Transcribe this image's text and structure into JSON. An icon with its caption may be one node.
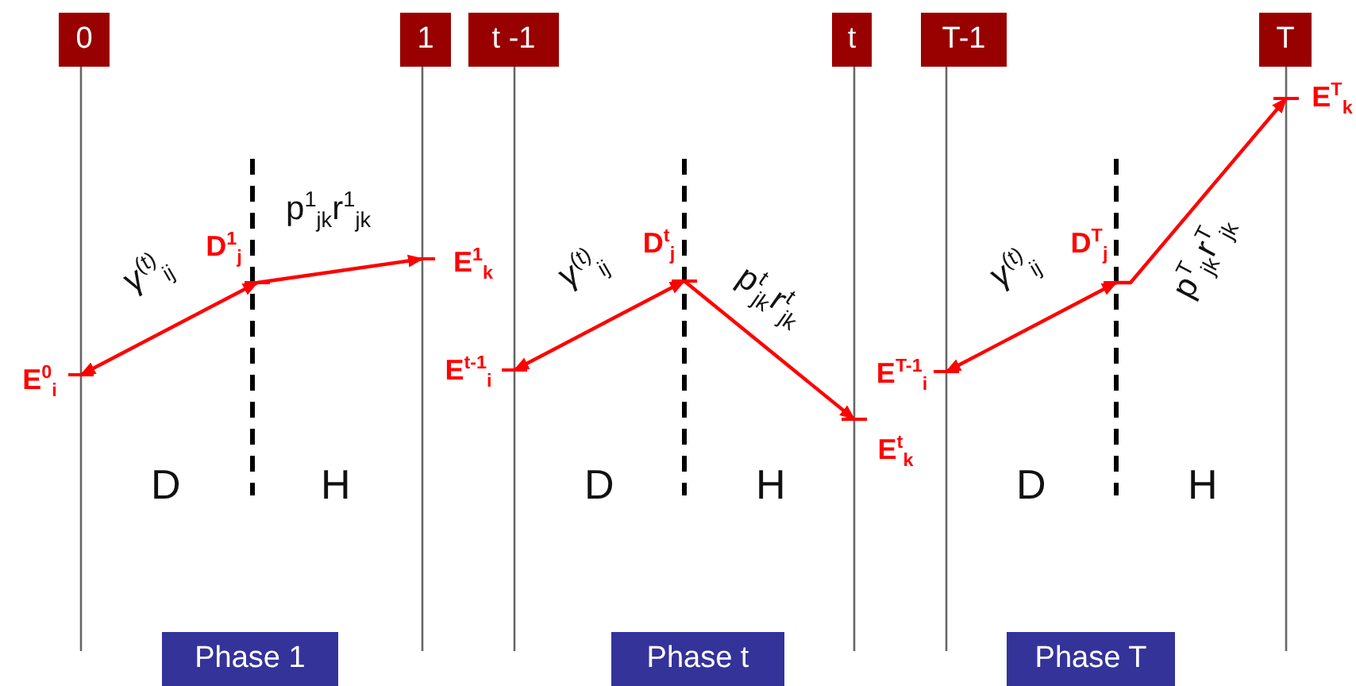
{
  "diagram": {
    "nodes": [
      {
        "text": [
          "0"
        ]
      },
      {
        "text": [
          "1"
        ]
      },
      {
        "text": [
          "t -1"
        ]
      },
      {
        "text": [
          "t"
        ]
      },
      {
        "text": [
          "T-1"
        ]
      },
      {
        "text": [
          "T"
        ]
      },
      {
        "text": [
          "E$^{0}$$_{i}$"
        ]
      },
      {
        "text": [
          "D$^{1}$$_{j}$"
        ]
      },
      {
        "text": [
          "E$^{1}$$_{k}$"
        ]
      },
      {
        "text": [
          "E$^{t-1}$$_{i}$"
        ]
      },
      {
        "text": [
          "D$^{t}$$_{j}$"
        ]
      },
      {
        "text": [
          "E$^{t}$$_{k}$"
        ]
      },
      {
        "text": [
          "E$^{T-1}$$_{i}$"
        ]
      },
      {
        "text": [
          "D$^{T}$$_{j}$"
        ]
      },
      {
        "text": [
          "E$^{T}$$_{k}$"
        ]
      },
      {
        "text": [
          "Phase 1"
        ]
      },
      {
        "text": [
          "Phase t"
        ]
      },
      {
        "text": [
          "Phase T"
        ]
      }
    ],
    "edges": [
      {
        "from": 6,
        "to": 7,
        "arrow": "both",
        "label": "γ$^{(t)}$$_{ij}$"
      },
      {
        "from": 7,
        "to": 8,
        "arrow": "to",
        "label": "p$^{1}$$_{jk}$r$^{1}$$_{jk}$"
      },
      {
        "from": 9,
        "to": 10,
        "arrow": "both",
        "label": "γ$^{(t)}$$_{ij}$"
      },
      {
        "from": 10,
        "to": 11,
        "arrow": "to",
        "label": "p$^{t}$$_{jk}$r$^{t}$$_{jk}$"
      },
      {
        "from": 12,
        "to": 13,
        "arrow": "both",
        "label": "γ$^{(t)}$$_{ij}$"
      },
      {
        "from": 13,
        "to": 14,
        "arrow": "to",
        "label": "p$^{T}$$_{jk}$r$^{T}$$_{jk}$"
      }
    ],
    "labels": [
      "D",
      "H",
      "D",
      "H",
      "D",
      "H"
    ]
  }
}
